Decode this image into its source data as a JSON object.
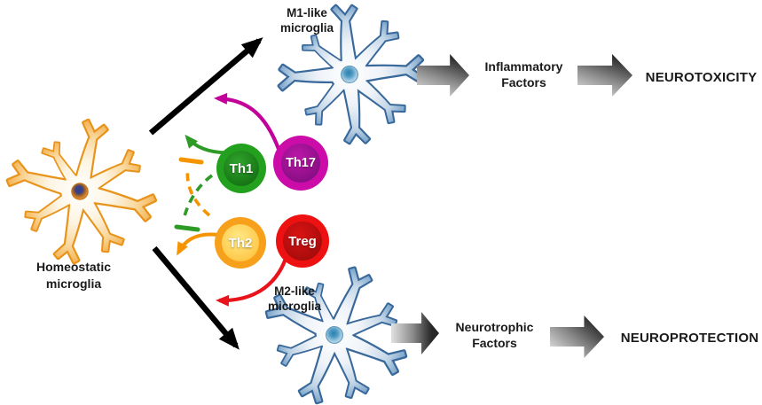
{
  "diagram": {
    "homeostatic": {
      "label_line1": "Homeostatic",
      "label_line2": "microglia",
      "body_color": "#e8941c"
    },
    "m1": {
      "label_line1": "M1-like",
      "label_line2": "microglia",
      "body_color": "#39689b"
    },
    "m2": {
      "label_line1": "M2-like",
      "label_line2": "microglia",
      "body_color": "#39689b"
    },
    "t_cells": {
      "th1": {
        "label": "Th1",
        "color": "#23a11e"
      },
      "th17": {
        "label": "Th17",
        "color": "#cb0ca8"
      },
      "th2": {
        "label": "Th2",
        "color": "#f6a01b"
      },
      "treg": {
        "label": "Treg",
        "color": "#ee1111"
      }
    },
    "pathways": {
      "m1": {
        "factors_line1": "Inflammatory",
        "factors_line2": "Factors",
        "outcome": "NEUROTOXICITY"
      },
      "m2": {
        "factors_line1": "Neurotrophic",
        "factors_line2": "Factors",
        "outcome": "NEUROPROTECTION"
      }
    },
    "arrow_colors": {
      "polarization": "#000000",
      "th17_to_m1": "#c4009b",
      "treg_to_m2": "#e8131b",
      "th1_promote_m1": "#2e9b27",
      "th1_inhibit_m2": "#2e9b27",
      "th2_promote_m2": "#f59300",
      "th2_inhibit_m1": "#f59300"
    }
  }
}
